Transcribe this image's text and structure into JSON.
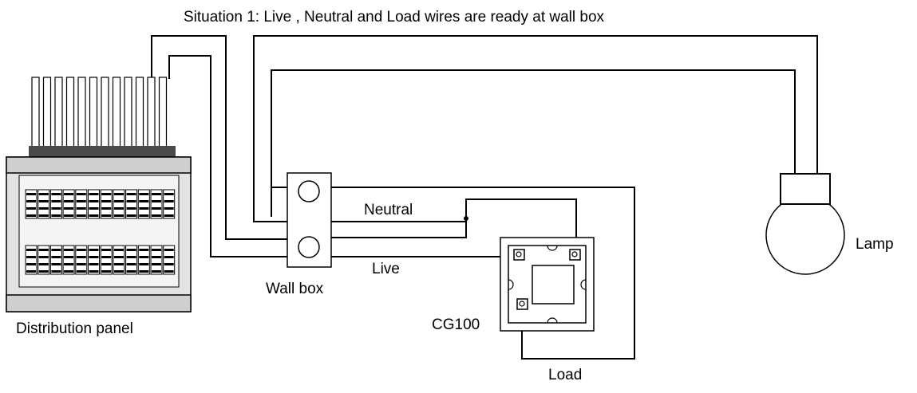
{
  "title": "Situation 1: Live , Neutral and Load wires are ready at wall box",
  "labels": {
    "distribution_panel": "Distribution panel",
    "wall_box": "Wall box",
    "neutral": "Neutral",
    "live": "Live",
    "cg100": "CG100",
    "load": "Load",
    "lamp": "Lamp"
  },
  "colors": {
    "wire": "#000000",
    "panel_body": "#e3e3e3",
    "panel_cap": "#4a4a4a",
    "background": "#ffffff"
  },
  "icons": {
    "distribution_panel": "breaker-panel-icon",
    "wall_box": "wall-box-icon",
    "switch": "cg100-switch-icon",
    "lamp": "light-bulb-icon"
  }
}
